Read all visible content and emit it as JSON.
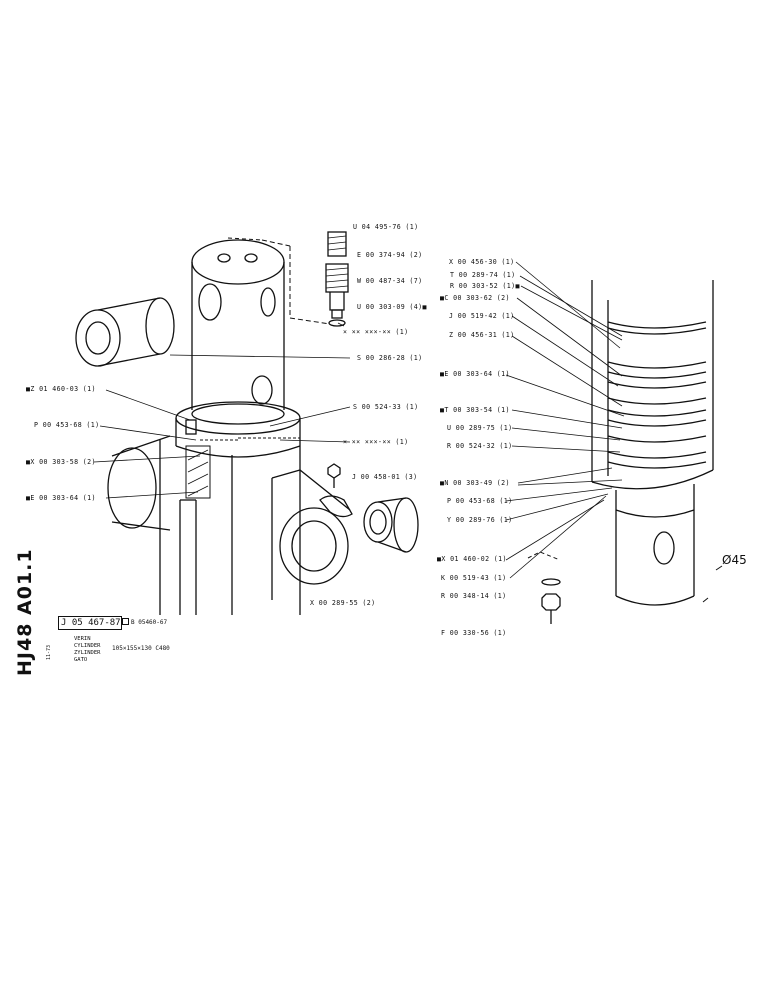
{
  "sheet_id": "HJ48 A01.1",
  "sheet_date": "11-73",
  "part_number": "J 05 467-87",
  "reference_number": "B 05460-67",
  "description_lines": [
    "VERIN",
    "CYLINDER",
    "ZYLINDER",
    "GATO"
  ],
  "size_spec": "105×155×130 C480",
  "diameter_label": "Ø45",
  "left_callouts": [
    {
      "text": "U 04 495-76 (1)"
    },
    {
      "text": "E 00 374-94 (2)"
    },
    {
      "text": "W 00 487-34 (7)"
    },
    {
      "text": "U 00 303-09 (4)■"
    },
    {
      "text": "× ×× ×××-×× (1)"
    },
    {
      "text": "S 00 286-28 (1)"
    },
    {
      "text": "■Z 01 460-03 (1)"
    },
    {
      "text": "S 00 524-33 (1)"
    },
    {
      "text": "P 00 453-68 (1)"
    },
    {
      "text": "× ×× ×××-×× (1)"
    },
    {
      "text": "■X 00 303-58 (2)"
    },
    {
      "text": "J 00 458-01 (3)"
    },
    {
      "text": "■E 00 303-64 (1)"
    },
    {
      "text": "X 00 289-55 (2)"
    }
  ],
  "right_callouts": [
    {
      "text": "X 00 456-30 (1)"
    },
    {
      "text": "T 00 289-74 (1)"
    },
    {
      "text": "R 00 303-52 (1)■"
    },
    {
      "text": "■C 00 303-62 (2)"
    },
    {
      "text": "J 00 519-42 (1)"
    },
    {
      "text": "Z 00 456-31 (1)"
    },
    {
      "text": "■E 00 303-64 (1)"
    },
    {
      "text": "■T 00 303-54 (1)"
    },
    {
      "text": "U 00 289-75 (1)"
    },
    {
      "text": "R 00 524-32 (1)"
    },
    {
      "text": "■N 00 303-49 (2)"
    },
    {
      "text": "P 00 453-68 (1)"
    },
    {
      "text": "Y 00 289-76 (1)"
    },
    {
      "text": "■X 01 460-02 (1)"
    },
    {
      "text": "K 00 519-43 (1)"
    },
    {
      "text": "R 00 348-14 (1)"
    },
    {
      "text": "F 00 330-56 (1)"
    }
  ]
}
